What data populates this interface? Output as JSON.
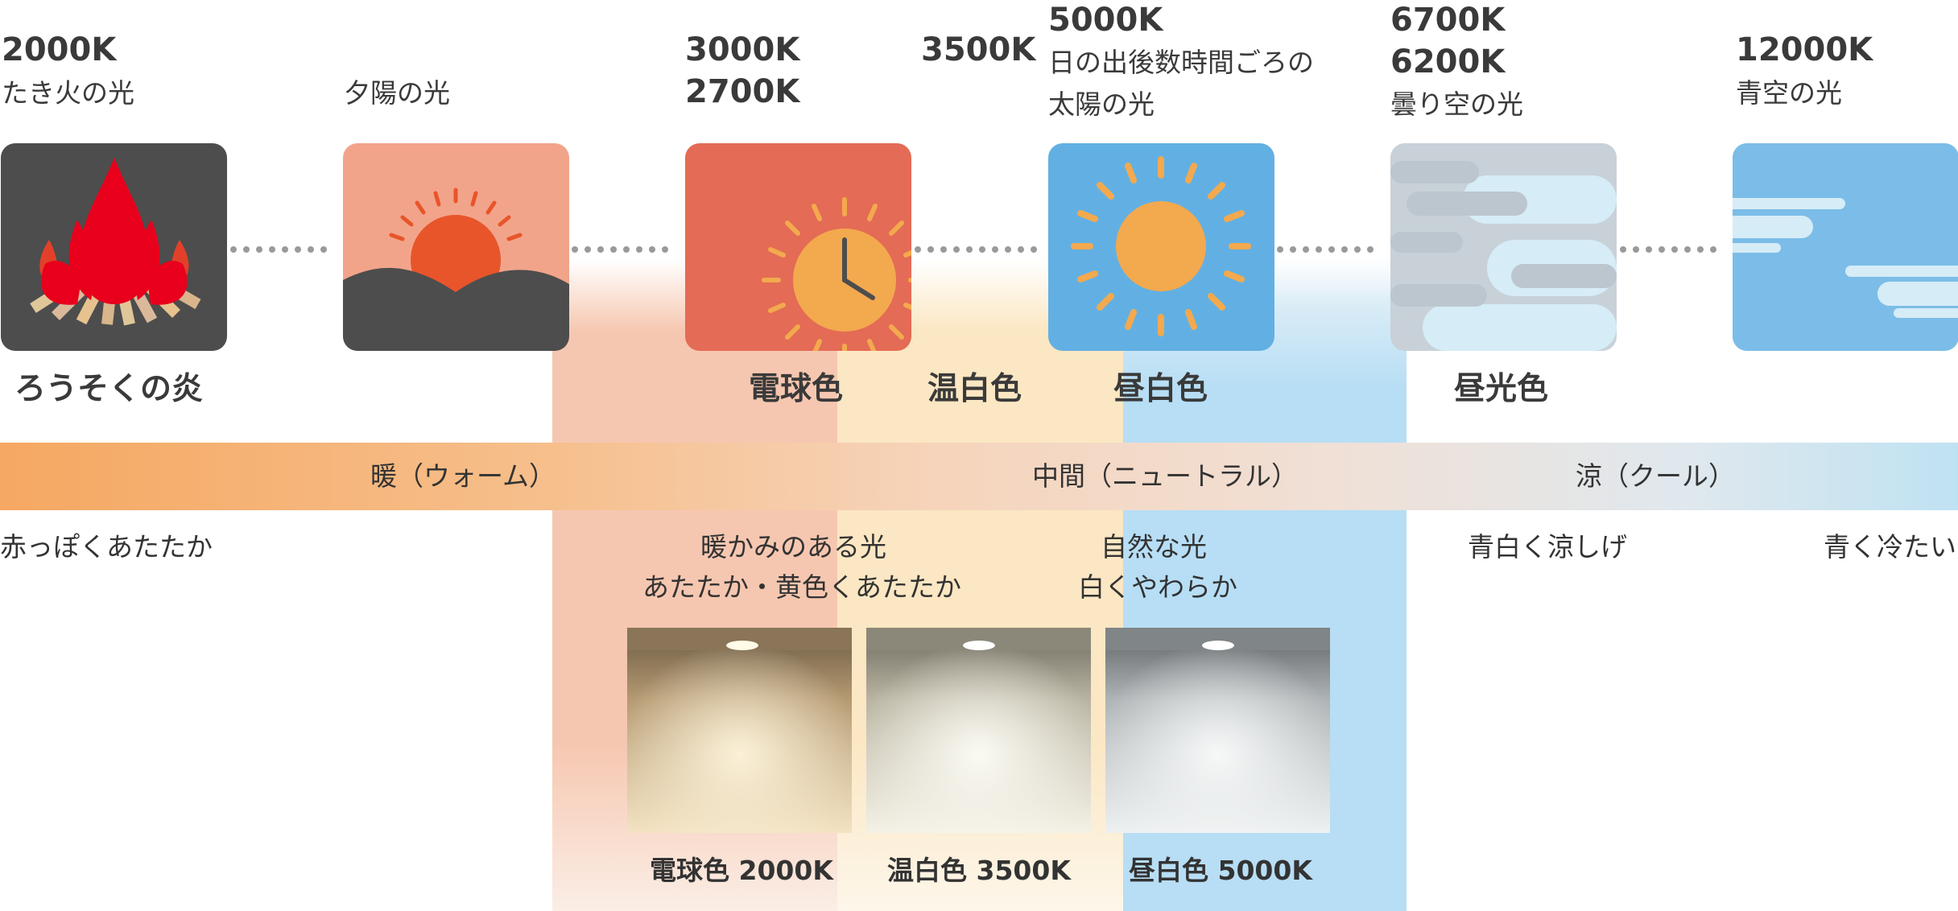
{
  "temps": {
    "t2000": "2000K",
    "t3000": "3000K",
    "t2700": "2700K",
    "t3500": "3500K",
    "t5000": "5000K",
    "t6700": "6700K",
    "t6200": "6200K",
    "t12000": "12000K"
  },
  "sources": {
    "bonfire": "たき火の光",
    "sunset": "夕陽の光",
    "daytime_sun_l1": "日の出後数時間ごろの",
    "daytime_sun_l2": "太陽の光",
    "cloudy": "曇り空の光",
    "bluesky": "青空の光"
  },
  "color_names": {
    "candle": "ろうそくの炎",
    "denkyu": "電球色",
    "onpaku": "温白色",
    "chuhaku": "昼白色",
    "chuko": "昼光色"
  },
  "bar": {
    "warm": "暖（ウォーム）",
    "neutral": "中間（ニュートラル）",
    "cool": "涼（クール）"
  },
  "characteristics": {
    "reddish": "赤っぽくあたたか",
    "warm_l1": "暖かみのある光",
    "warm_l2": "あたたか・黄色くあたたか",
    "natural_l1": "自然な光",
    "natural_l2": "白くやわらか",
    "bluewhite": "青白く涼しげ",
    "bluecold": "青く冷たい"
  },
  "photos": {
    "p1": "電球色 2000K",
    "p2": "温白色 3500K",
    "p3": "昼白色 5000K"
  },
  "colors": {
    "band_denkyu": "#f6c7b0",
    "band_onpaku": "#fbe7c3",
    "band_chuhaku": "#b7def5",
    "tile_dark": "#4d4d4d",
    "tile_sunset": "#f2a48a",
    "tile_denkyu": "#e46b55",
    "tile_daytime": "#62b0e3",
    "tile_cloud": "#c8d1d8",
    "tile_sky": "#7bbde8",
    "sun_orange": "#f3a94e",
    "flame_red": "#e8001c"
  },
  "icons": [
    "campfire-icon",
    "sunset-icon",
    "clock-sun-icon",
    "sun-icon",
    "cloud-icon",
    "sky-icon",
    "downlight-icon"
  ]
}
